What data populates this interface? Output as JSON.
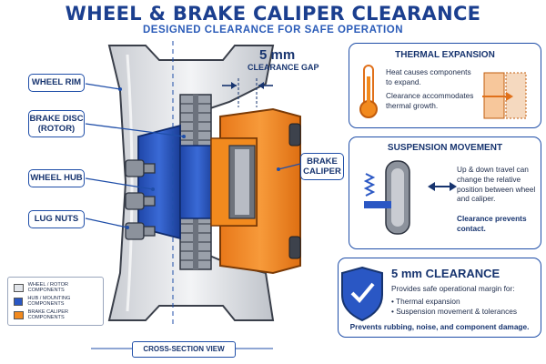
{
  "title": "WHEEL & BRAKE CALIPER CLEARANCE",
  "subtitle": "DESIGNED CLEARANCE FOR SAFE OPERATION",
  "gap": {
    "value": "5 mm",
    "label": "CLEARANCE GAP"
  },
  "labels": {
    "wheel_rim": "WHEEL RIM",
    "brake_disc": "BRAKE DISC\n(ROTOR)",
    "wheel_hub": "WHEEL HUB",
    "lug_nuts": "LUG NUTS",
    "brake_caliper": "BRAKE\nCALIPER"
  },
  "legend": [
    {
      "label": "WHEEL / ROTOR COMPONENTS",
      "color": "#e2e5ea"
    },
    {
      "label": "HUB / MOUNTING COMPONENTS",
      "color": "#2a57c4"
    },
    {
      "label": "BRAKE CALIPER COMPONENTS",
      "color": "#f28a1e"
    }
  ],
  "cross_section": "CROSS-SECTION VIEW",
  "thermal": {
    "title": "THERMAL EXPANSION",
    "text1": "Heat causes components to expand.",
    "text2": "Clearance accommodates thermal growth."
  },
  "suspension": {
    "title": "SUSPENSION MOVEMENT",
    "text1": "Up & down travel can change the relative position between wheel and caliper.",
    "text2": "Clearance prevents contact."
  },
  "clearance": {
    "title": "5 mm CLEARANCE",
    "intro": "Provides safe operational margin for:",
    "bullets": [
      "• Thermal expansion",
      "• Suspension movement & tolerances"
    ],
    "footer": "Prevents rubbing, noise, and component damage."
  },
  "colors": {
    "navy": "#17346f",
    "blue": "#2a57c4",
    "orange": "#f28a1e",
    "steel": "#e2e5ea"
  }
}
